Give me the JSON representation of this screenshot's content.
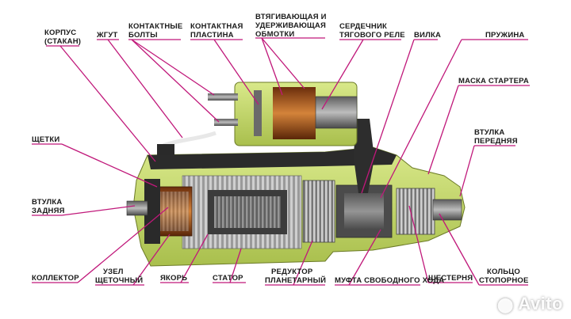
{
  "labels": {
    "korpus_1": "КОРПУС",
    "korpus_2": "(СТАКАН)",
    "zhgut": "ЖГУТ",
    "kontakt_bolty_1": "КОНТАКТНЫЕ",
    "kontakt_bolty_2": "БОЛТЫ",
    "kontakt_plastina_1": "КОНТАКТНАЯ",
    "kontakt_plastina_2": "ПЛАСТИНА",
    "obmotki_1": "ВТЯГИВАЮЩАЯ И",
    "obmotki_2": "УДЕРЖИВАЮЩАЯ",
    "obmotki_3": "ОБМОТКИ",
    "serdechnik_1": "СЕРДЕЧНИК",
    "serdechnik_2": "ТЯГОВОГО РЕЛЕ",
    "vilka": "ВИЛКА",
    "pruzhina": "ПРУЖИНА",
    "maska": "МАСКА СТАРТЕРА",
    "vtulka_per_1": "ВТУЛКА",
    "vtulka_per_2": "ПЕРЕДНЯЯ",
    "shchetki": "ЩЕТКИ",
    "vtulka_zad_1": "ВТУЛКА",
    "vtulka_zad_2": "ЗАДНЯЯ",
    "kollektor": "КОЛЛЕКТОР",
    "uzel_1": "УЗЕЛ",
    "uzel_2": "ЩЕТОЧНЫЙ",
    "yakor": "ЯКОРЬ",
    "stator": "СТАТОР",
    "reduktor_1": "РЕДУКТОР",
    "reduktor_2": "ПЛАНЕТАРНЫЙ",
    "mufta": "МУФТА СВОБОДНОГО ХОДА",
    "shesternya": "ШЕСТЕРНЯ",
    "koltso_1": "КОЛЬЦО",
    "koltso_2": "СТОПОРНОЕ"
  },
  "watermark": "Avito",
  "colors": {
    "leader": "#c0187a",
    "housing": "#c8dd6a",
    "metal": "#8a8a8a",
    "copper": "#b5651d"
  }
}
